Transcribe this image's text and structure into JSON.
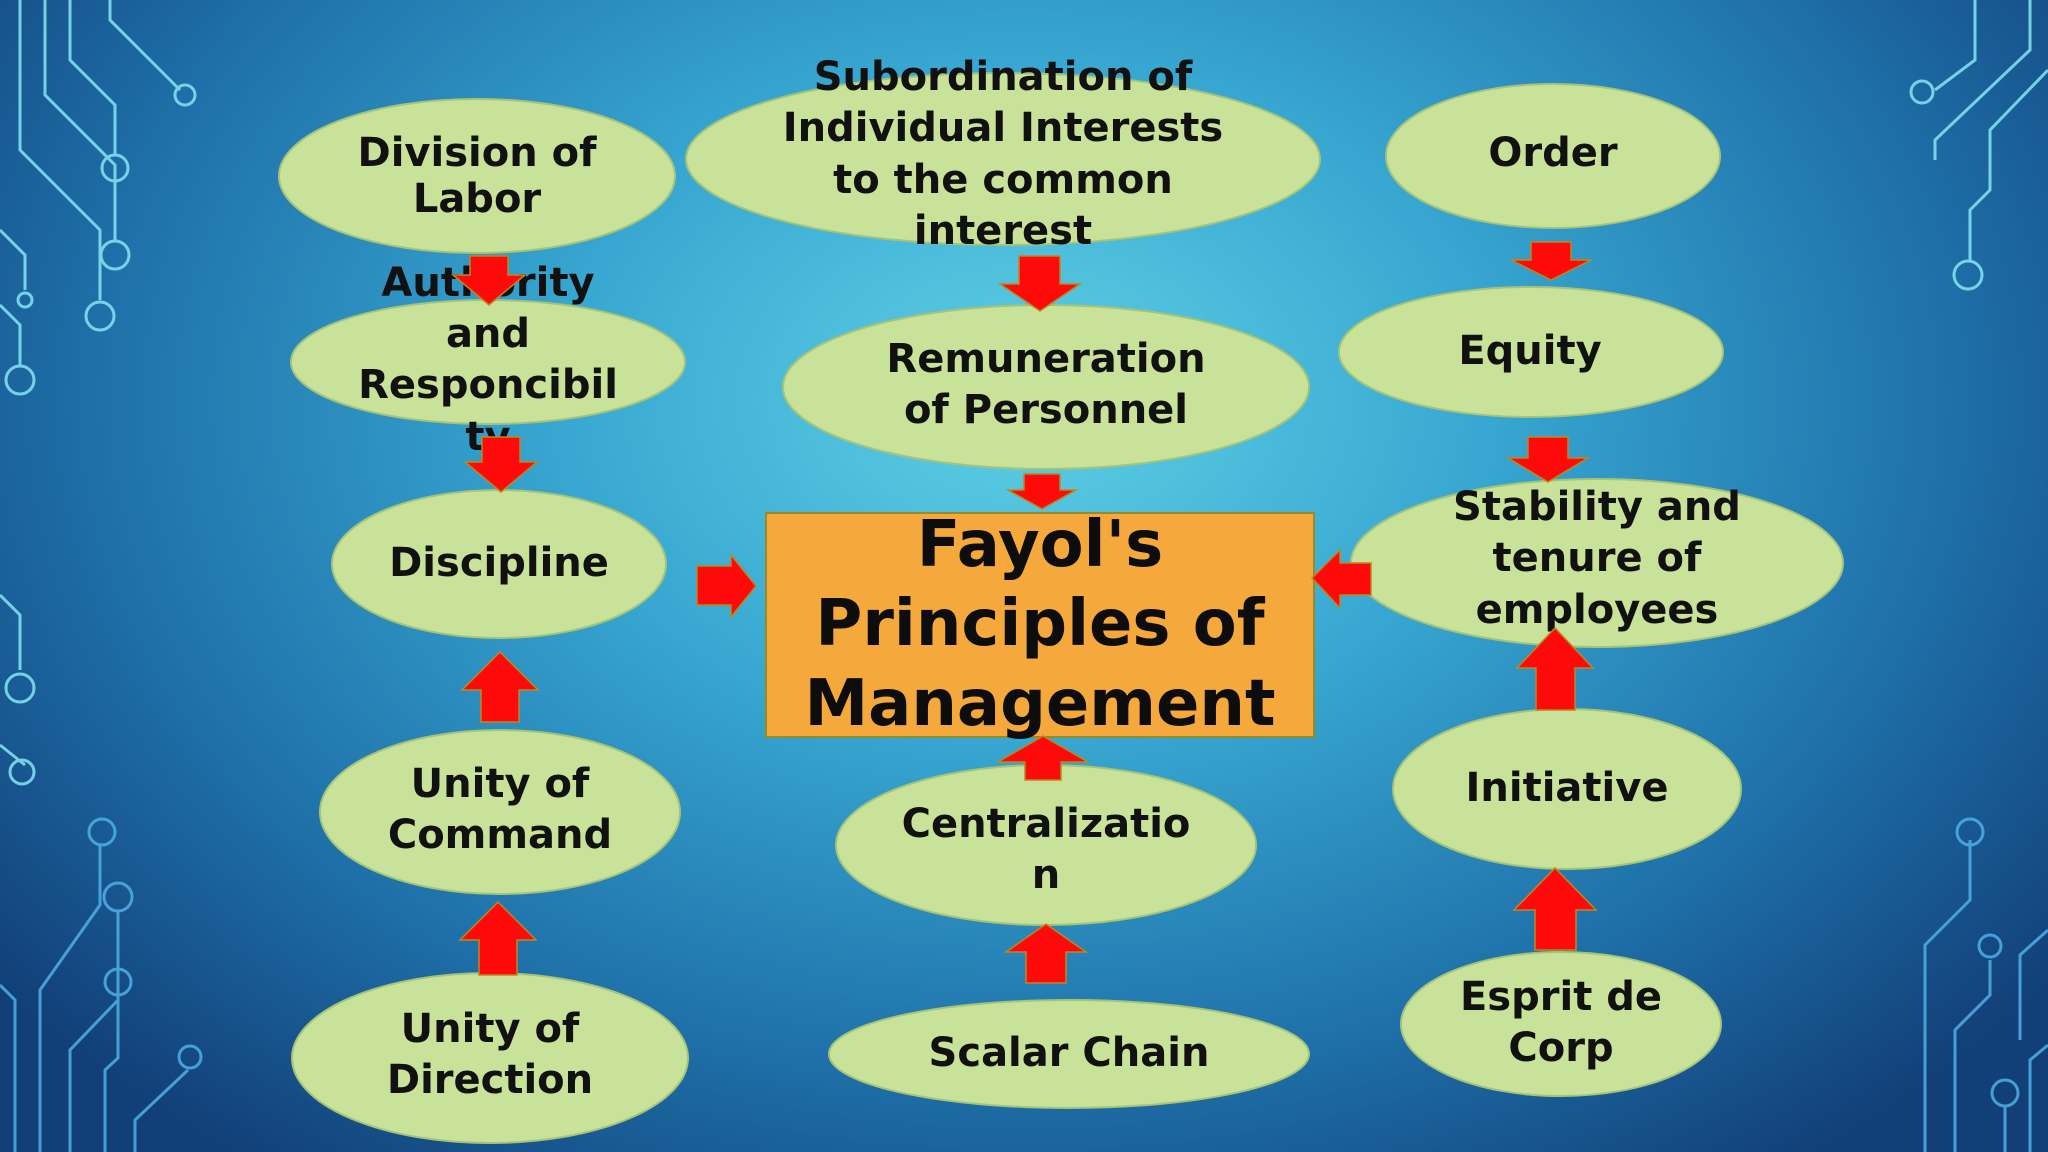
{
  "diagram": {
    "center_title": "Fayol's\nPrinciples of\nManagement",
    "principles": {
      "division_of_labor": "Division of\nLabor",
      "authority": "Authority\nand\nResponcibil\nty",
      "discipline": "Discipline",
      "unity_of_command": "Unity of\nCommand",
      "unity_of_direction": "Unity of\nDirection",
      "subordination": "Subordination of\nIndividual Interests\nto the common\ninterest",
      "remuneration": "Remuneration\nof Personnel",
      "centralization": "Centralizatio\nn",
      "scalar_chain": "Scalar Chain",
      "order": "Order",
      "equity": "Equity",
      "stability": "Stability and\ntenure of\nemployees",
      "initiative": "Initiative",
      "esprit_de_corp": "Esprit de\nCorp"
    }
  },
  "colors": {
    "ellipse_fill": "#c9e29a",
    "center_fill": "#f5a93c",
    "arrow_fill": "#ff0a0a",
    "circuit_line": "#7fe3f0"
  }
}
